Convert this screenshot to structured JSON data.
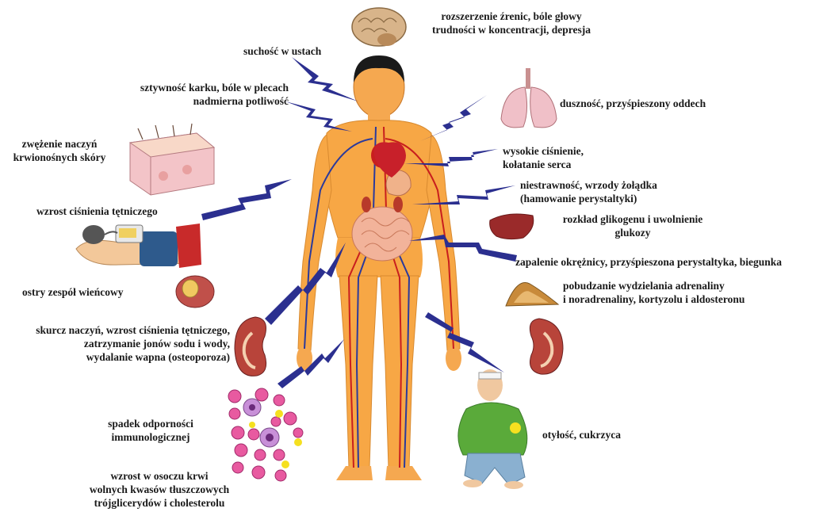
{
  "labels": {
    "brain_1": "rozszerzenie źrenic, bóle głowy",
    "brain_2": "trudności w koncentracji, depresja",
    "dry_mouth": "suchość w ustach",
    "neck_1": "sztywność karku, bóle w plecach",
    "neck_2": "nadmierna potliwość",
    "lungs": "duszność, przyśpieszony oddech",
    "skin_1": "zwężenie naczyń",
    "skin_2": "krwionośnych skóry",
    "heart_1": "wysokie ciśnienie,",
    "heart_2": "kołatanie serca",
    "stomach_1": "niestrawność, wrzody żołądka",
    "stomach_2": "(hamowanie perystaltyki)",
    "bp": "wzrost ciśnienia tętniczego",
    "liver_1": "rozkład glikogenu i uwolnienie",
    "liver_2": "glukozy",
    "colon": "zapalenie okrężnicy, przyśpieszona perystaltyka, biegunka",
    "coronary": "ostry zespół wieńcowy",
    "adrenal_1": "pobudzanie wydzielania adrenaliny",
    "adrenal_2": "i noradrenaliny, kortyzolu i aldosteronu",
    "kidney_1": "skurcz naczyń, wzrost ciśnienia tętniczego,",
    "kidney_2": "zatrzymanie jonów sodu i wody,",
    "kidney_3": "wydalanie wapna (osteoporoza)",
    "immune_1": "spadek odporności",
    "immune_2": "immunologicznej",
    "obesity": "otyłość, cukrzyca",
    "plasma_1": "wzrost w osoczu krwi",
    "plasma_2": "wolnych kwasów tłuszczowych",
    "plasma_3": "trójglicerydów i cholesterolu"
  },
  "colors": {
    "bolt": "#2b2f8f",
    "skin": "#f7a745",
    "vein": "#2b3a9c",
    "artery": "#c81e1e"
  }
}
